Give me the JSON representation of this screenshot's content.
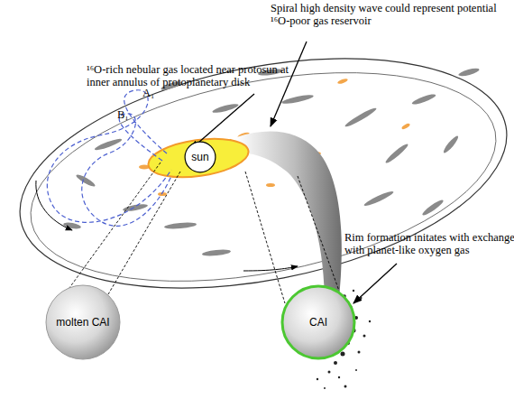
{
  "diagram": {
    "nodes": [
      {
        "text": [
          "sun"
        ]
      },
      {
        "text": [
          "molten CAI"
        ]
      },
      {
        "text": [
          "CAI"
        ]
      }
    ],
    "labels": [
      "¹⁶O-rich nebular gas located near protosun at inner annulus of protoplanetary disk",
      "Spiral high density wave could represent potential ¹⁶O-poor gas reservoir",
      "Rim formation initates with exchange with planet-like oxygen gas",
      "A₁",
      "B₁"
    ]
  }
}
